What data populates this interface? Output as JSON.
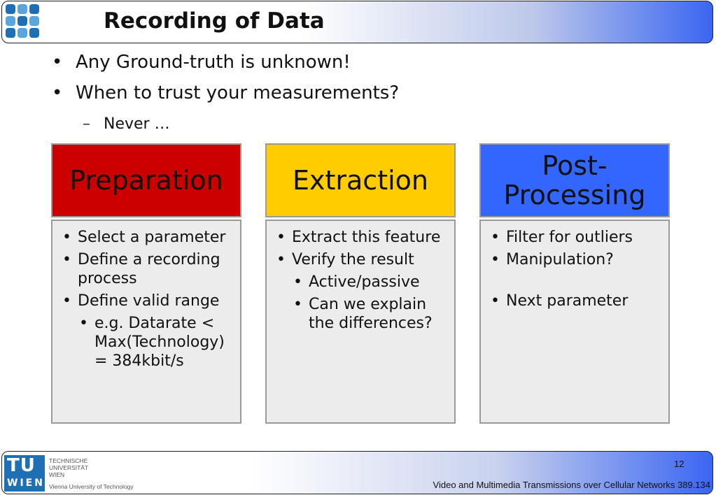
{
  "slide": {
    "title": "Recording of Data",
    "bullets": [
      "Any Ground-truth is unknown!",
      "When to trust your measurements?"
    ],
    "sub_bullet": "Never …",
    "bullet_char": "•",
    "dash_char": "–"
  },
  "columns": [
    {
      "heading": "Preparation",
      "color": "#cc0000",
      "items": [
        {
          "text": "Select a parameter",
          "level": 1
        },
        {
          "text": "Define a recording process",
          "level": 1
        },
        {
          "text": "Define valid range",
          "level": 1
        },
        {
          "text": "e.g. Datarate < Max(Technology) = 384kbit/s",
          "level": 2
        }
      ]
    },
    {
      "heading": "Extraction",
      "color": "#ffcc00",
      "items": [
        {
          "text": "Extract this feature",
          "level": 1
        },
        {
          "text": "Verify the result",
          "level": 1
        },
        {
          "text": "Active/passive",
          "level": 2
        },
        {
          "text": "Can we explain the differences?",
          "level": 2
        }
      ]
    },
    {
      "heading": "Post-Processing",
      "color": "#3366ff",
      "items": [
        {
          "text": "Filter for outliers",
          "level": 1
        },
        {
          "text": "Manipulation?",
          "level": 1
        },
        {
          "text": "Next parameter",
          "level": 1
        }
      ]
    }
  ],
  "footer": {
    "logo_big": "TU",
    "logo_small": "WIEN",
    "logo_lines": [
      "TECHNISCHE",
      "UNIVERSITÄT",
      "WIEN"
    ],
    "logo_sub": "Vienna University of Technology",
    "page_number": "12",
    "course": "Video and Multimedia Transmissions over Cellular Networks 389.134"
  }
}
